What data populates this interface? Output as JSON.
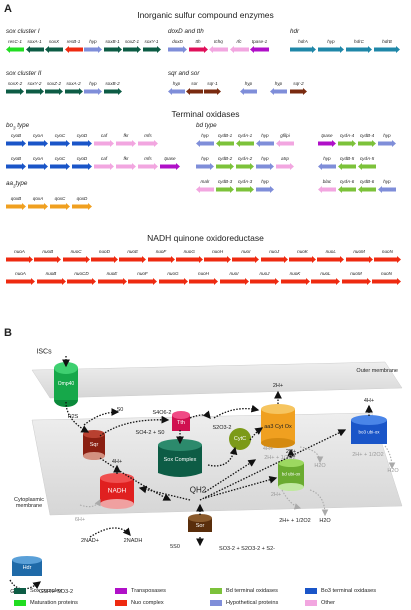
{
  "panel_a": {
    "letter": "A",
    "title_inorganic": "Inorganic sulfur compound enzymes",
    "title_terminal": "Terminal oxidases",
    "title_nadh": "NADH quinone oxidoreductase"
  },
  "colors": {
    "sox": "#0d5c45",
    "maturation": "#22dd22",
    "transposase": "#b010c8",
    "nuo": "#ee2a10",
    "bd": "#7cc23a",
    "hypothetical": "#7f8ed9",
    "bo3": "#1a55c8",
    "other": "#f2a6e0",
    "tth": "#e0105a",
    "brown": "#7a2b10",
    "hdr_teal": "#1f87a8",
    "aa3_orange": "#f0a020"
  },
  "groups": {
    "sox1": {
      "title": "sox cluster I",
      "genes": [
        "resC-1",
        "soxA-1",
        "soxX",
        "resB-1",
        "hyp",
        "soxB-1",
        "soxZ-1",
        "soxY-1"
      ]
    },
    "doxd": {
      "title": "doxD and tth",
      "genes": [
        "doxD",
        "tth",
        "tchq",
        "rfc",
        "tpase-1"
      ]
    },
    "hdr": {
      "title": "hdr",
      "genes": [
        "hdrA",
        "hyp",
        "hdrC",
        "hdrB"
      ]
    },
    "sox2": {
      "title": "sox cluster II",
      "genes": [
        "soxX-2",
        "soxY-2",
        "soxZ-2",
        "soxA-2",
        "hyp",
        "soxB-2"
      ]
    },
    "sqr": {
      "title": "sqr and sor",
      "genes": [
        "hyp",
        "sor",
        "sqr-1",
        "hyp",
        "hyp",
        "sqr-2"
      ]
    },
    "bo3": {
      "title": "bo3 type",
      "title_main": "bo",
      "title_sub": "3",
      "title_rest": " type",
      "row1": [
        "cyoB",
        "cyoA",
        "cyoC",
        "cyoD",
        "caf",
        "fkr",
        "mfs"
      ],
      "row2": [
        "cyoB",
        "cyoA",
        "cyoC",
        "cyoD",
        "caf",
        "fkr",
        "mfs",
        "tpase"
      ]
    },
    "aa3": {
      "title": "aa3 type",
      "title_main": "aa",
      "title_sub": "3",
      "title_rest": "type",
      "genes": [
        "qoxB",
        "qoxA",
        "qoxC",
        "qoxD"
      ]
    },
    "bd": {
      "title": "bd type",
      "row1": [
        "hyp",
        "cydB-1",
        "cydA-1",
        "hyp",
        "gfilpi"
      ],
      "row1b": [
        "tpase",
        "cydA-4",
        "cydB-4",
        "hyp"
      ],
      "row2": [
        "hyp",
        "cydB-2",
        "cydA-2",
        "hyp",
        "atrp"
      ],
      "row2b": [
        "hyp",
        "cydB-5",
        "cydA-5"
      ],
      "row3": [
        "malr",
        "cydB-3",
        "cydA-3",
        "hyp"
      ],
      "row3b": [
        "blac",
        "cydA-6",
        "cydB-6",
        "hyp"
      ]
    },
    "nuo": {
      "row1": [
        "nuoA",
        "nuoB",
        "nuoC",
        "nuoD",
        "nuoE",
        "nuoF",
        "nuoG",
        "nuoH",
        "nuoI",
        "nuoJ",
        "nuoK",
        "nuoL",
        "nuoM",
        "nuoN"
      ],
      "row2": [
        "nuoA",
        "nuoB",
        "nuoCD",
        "nuoE",
        "nuoF",
        "nuoG",
        "nuoH",
        "nuoI",
        "nuoJ",
        "nuoK",
        "nuoL",
        "nuoM",
        "nuoN"
      ]
    }
  },
  "panel_b": {
    "letter": "B",
    "outer_membrane": "Outer membrane",
    "cytoplasmic_membrane": "Cytoplasmic membrane",
    "iscs": "ISCs",
    "omp40": "Omp40",
    "tth": "Tth",
    "sqr": "Sqr",
    "sox_complex": "Sox Complex",
    "cytc": "CytC",
    "aa3": "aa3 Cyt Ox",
    "bo3": "bo3 ubi-ox",
    "bd": "bd ubi-ox",
    "nadh": "NADH",
    "sor": "Sor",
    "hdr": "Hdr",
    "qh2": "QH2",
    "h2s": "H2S",
    "s0a": "S0",
    "s4o6": "S4O6-2",
    "s2o3": "S2O3-2",
    "so4_s0": "SO4-2 + S0",
    "h2_top": "2H+",
    "h4_aa3": "4H+",
    "h2_aa3": "2H+ + 1/2O2",
    "h2o_aa3": "H2O",
    "h4_bo3": "4H+",
    "h2_bo3": "2H+ + 1/2O2",
    "h2o_bo3": "H2O",
    "h2_bd": "2H+",
    "h2_bd_in": "2H+",
    "h2_bd_bot": "2H+ + 1/2O2",
    "h2o_bd": "H2O",
    "h4_nadh": "4H+",
    "h6_nadh": "6H+",
    "nad": "2NAD+",
    "nadh_bot": "2NADH",
    "s5": "5S0",
    "sor_products": "SO3-2 + S2O3-2 + S2-",
    "gssh": "GSSH",
    "gsh": "GSH + SO3-2"
  },
  "legend": [
    {
      "label": "Sox complex",
      "color": "#0d5c45"
    },
    {
      "label": "Transposases",
      "color": "#b010c8"
    },
    {
      "label": "Bd terminal oxidases",
      "color": "#7cc23a"
    },
    {
      "label": "Bo3 terminal oxidases",
      "color": "#1a55c8"
    },
    {
      "label": "Maturation proteins",
      "color": "#22dd22"
    },
    {
      "label": "Nuo complex",
      "color": "#ee2a10"
    },
    {
      "label": "Hypothetical proteins",
      "color": "#7f8ed9"
    },
    {
      "label": "Other",
      "color": "#f2a6e0"
    }
  ]
}
